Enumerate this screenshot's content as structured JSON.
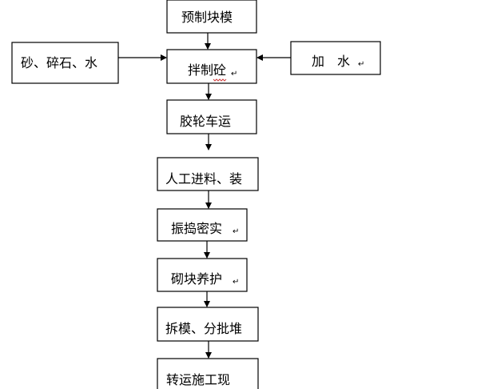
{
  "nodes": {
    "precast_mold": "预制块模",
    "mix_concrete": "拌制砼",
    "inputs": "砂、碎石、水",
    "add_water": "加　水",
    "transport_cart": "胶轮车运",
    "manual_feed": "人工进料、装",
    "vibrate": "振捣密实",
    "curing": "砌块养护",
    "demold": "拆模、分批堆",
    "to_site": "转运施工现"
  },
  "paragraph_mark": "↵"
}
